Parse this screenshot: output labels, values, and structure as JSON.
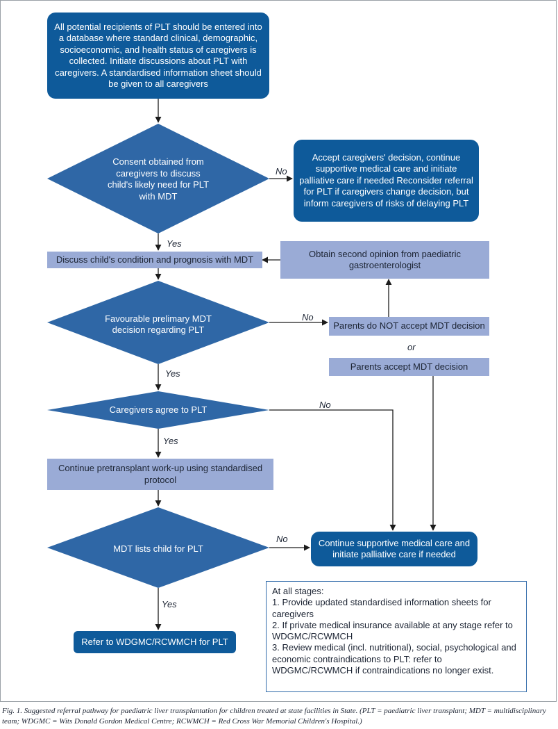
{
  "nodes": {
    "n1": "All potential recipients of PLT should be entered into a database where standard clinical, demographic, socioeconomic, and health status of caregivers is collected. Initiate discussions about PLT with caregivers. A standardised information sheet should be given to all caregivers",
    "d1": "Consent obtained from caregivers to discuss child's likely need for PLT with MDT",
    "n_accept": "Accept caregivers' decision, continue supportive medical care and initiate palliative care if needed Reconsider referral for PLT if caregivers change decision, but inform caregivers of risks of delaying PLT",
    "n_discuss": "Discuss child's condition and prognosis with MDT",
    "n_second": "Obtain second opinion from paediatric gastroenterologist",
    "d2": "Favourable prelimary MDT decision regarding PLT",
    "n_not_accept": "Parents do NOT accept MDT decision",
    "n_accept_mdt": "Parents accept MDT decision",
    "d3": "Caregivers agree to PLT",
    "n_continue": "Continue pretransplant work-up using standardised protocol",
    "d4": "MDT lists child for PLT",
    "n_supportive": "Continue supportive medical care and initiate palliative care if needed",
    "n_refer": "Refer to WDGMC/RCWMCH for PLT"
  },
  "labels": {
    "no1": "No",
    "yes1": "Yes",
    "no2": "No",
    "or": "or",
    "yes2": "Yes",
    "no3": "No",
    "yes3": "Yes",
    "no4": "No",
    "yes4": "Yes"
  },
  "notes": {
    "heading": "At all stages:",
    "items": [
      "1. Provide updated standardised information sheets for caregivers",
      "2. If private medical insurance available at any stage refer to WDGMC/RCWMCH",
      "3. Review medical (incl. nutritional), social, psychological and economic contraindications to PLT: refer to WDGMC/RCWMCH if contraindications no longer exist."
    ]
  },
  "caption": "Fig. 1. Suggested referral pathway for paediatric liver transplantation for children treated at state facilities in State. (PLT = paediatric liver transplant; MDT = multidisciplinary team; WDGMC = Wits Donald Gordon Medical Centre; RCWMCH = Red Cross War Memorial Children's Hospital.)",
  "colors": {
    "dark_fill": "#0e5a9a",
    "diamond_fill": "#2f67a6",
    "light_fill": "#9aabd6",
    "line": "#1c1c1c",
    "notes_border": "#2d68a8"
  }
}
